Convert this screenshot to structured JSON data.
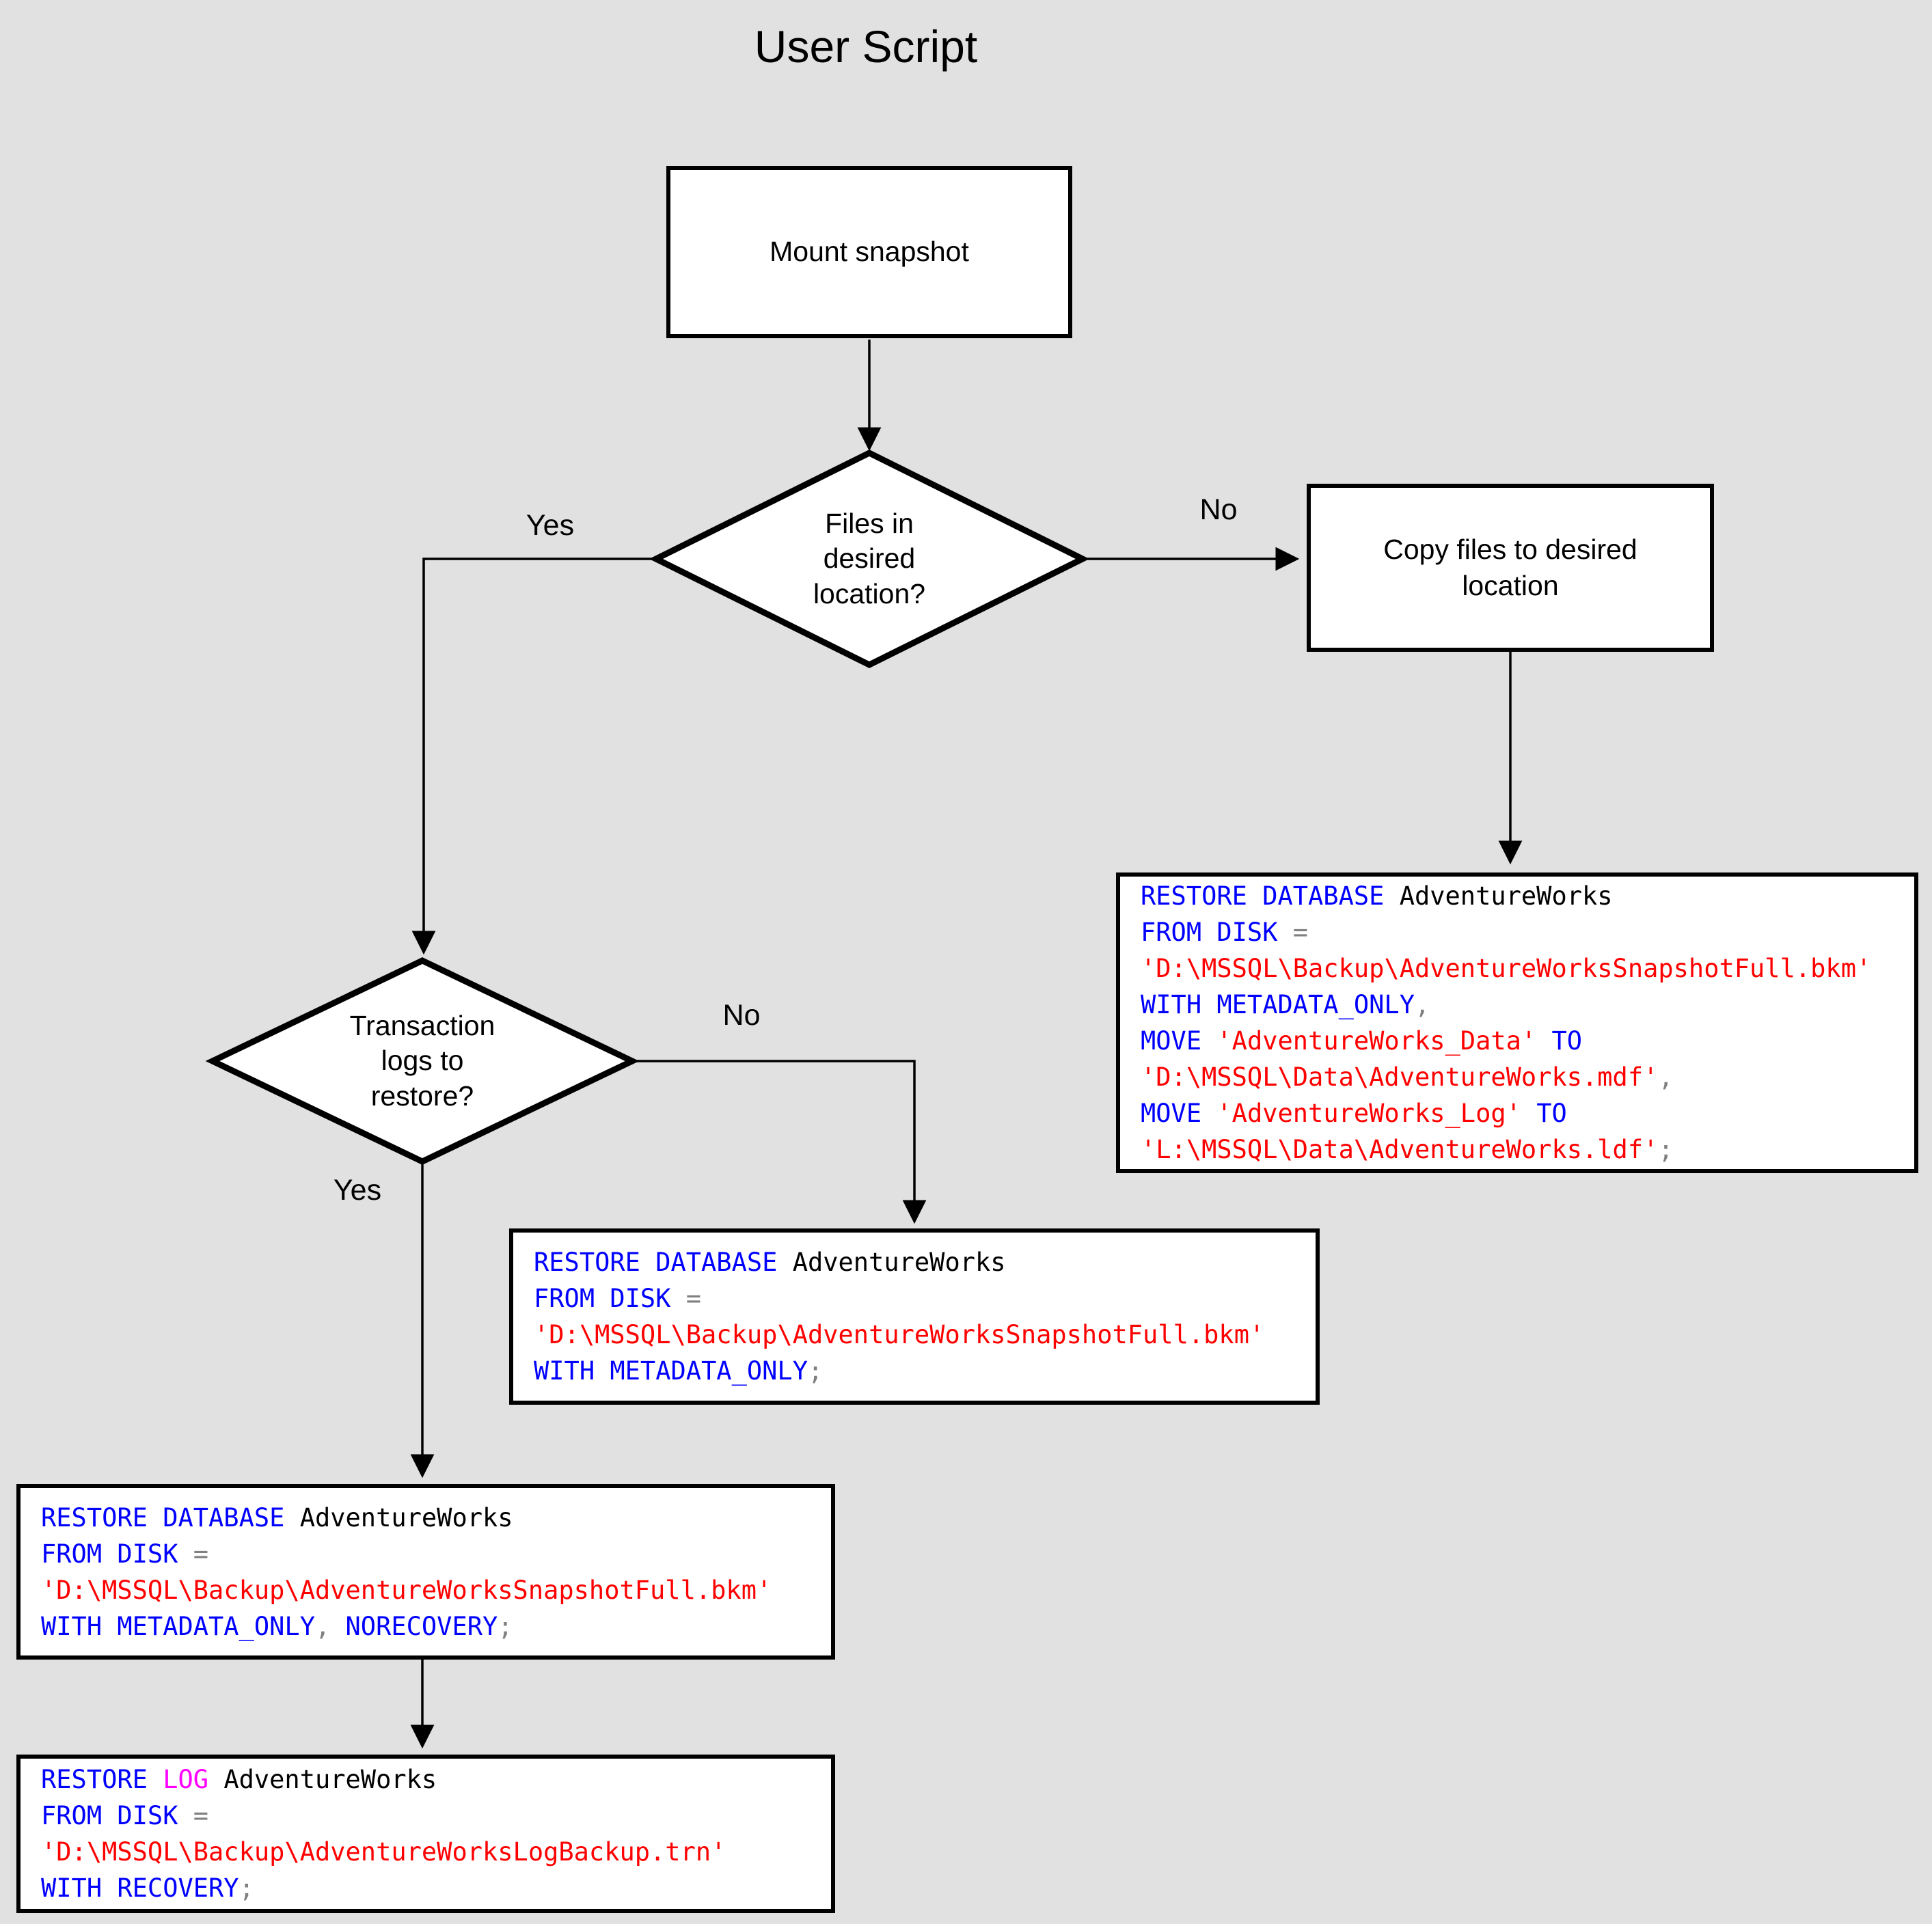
{
  "title": "User Script",
  "colors": {
    "keyword": "#0000ff",
    "string": "#ff0000",
    "operator": "#808080",
    "identifier": "#000000",
    "log": "#ff00ff",
    "background": "#e1e1e1",
    "node_fill": "#ffffff",
    "line": "#000000"
  },
  "nodes": {
    "mount": {
      "label": "Mount snapshot"
    },
    "files_decision": {
      "label": "Files in desired location?"
    },
    "copy": {
      "label": "Copy files to desired location"
    },
    "logs_decision": {
      "label": "Transaction logs to restore?"
    }
  },
  "edge_labels": {
    "files_yes": "Yes",
    "files_no": "No",
    "logs_yes": "Yes",
    "logs_no": "No"
  },
  "code_boxes": {
    "copy_restore": {
      "lines": [
        [
          [
            "k",
            "RESTORE DATABASE"
          ],
          [
            "i",
            " AdventureWorks"
          ]
        ],
        [
          [
            "k",
            "FROM DISK"
          ],
          [
            "o",
            " ="
          ]
        ],
        [
          [
            "s",
            "'D:\\MSSQL\\Backup\\AdventureWorksSnapshotFull.bkm'"
          ]
        ],
        [
          [
            "k",
            "WITH METADATA_ONLY"
          ],
          [
            "o",
            ","
          ]
        ],
        [
          [
            "k",
            "MOVE "
          ],
          [
            "s",
            "'AdventureWorks_Data'"
          ],
          [
            "k",
            " TO"
          ]
        ],
        [
          [
            "s",
            "'D:\\MSSQL\\Data\\AdventureWorks.mdf'"
          ],
          [
            "o",
            ","
          ]
        ],
        [
          [
            "k",
            "MOVE "
          ],
          [
            "s",
            "'AdventureWorks_Log'"
          ],
          [
            "k",
            " TO"
          ]
        ],
        [
          [
            "s",
            "'L:\\MSSQL\\Data\\AdventureWorks.ldf'"
          ],
          [
            "o",
            ";"
          ]
        ]
      ]
    },
    "no_logs_restore": {
      "lines": [
        [
          [
            "k",
            "RESTORE DATABASE"
          ],
          [
            "i",
            " AdventureWorks"
          ]
        ],
        [
          [
            "k",
            "FROM DISK"
          ],
          [
            "o",
            " ="
          ]
        ],
        [
          [
            "s",
            "'D:\\MSSQL\\Backup\\AdventureWorksSnapshotFull.bkm'"
          ]
        ],
        [
          [
            "k",
            "WITH METADATA_ONLY"
          ],
          [
            "o",
            ";"
          ]
        ]
      ]
    },
    "norecovery_restore": {
      "lines": [
        [
          [
            "k",
            "RESTORE DATABASE"
          ],
          [
            "i",
            " AdventureWorks"
          ]
        ],
        [
          [
            "k",
            "FROM DISK"
          ],
          [
            "o",
            " ="
          ]
        ],
        [
          [
            "s",
            "'D:\\MSSQL\\Backup\\AdventureWorksSnapshotFull.bkm'"
          ]
        ],
        [
          [
            "k",
            "WITH METADATA_ONLY"
          ],
          [
            "o",
            ", "
          ],
          [
            "k",
            "NORECOVERY"
          ],
          [
            "o",
            ";"
          ]
        ]
      ]
    },
    "log_restore": {
      "lines": [
        [
          [
            "k",
            "RESTORE "
          ],
          [
            "l",
            "LOG"
          ],
          [
            "i",
            " AdventureWorks"
          ]
        ],
        [
          [
            "k",
            "FROM DISK"
          ],
          [
            "o",
            " ="
          ]
        ],
        [
          [
            "s",
            "'D:\\MSSQL\\Backup\\AdventureWorksLogBackup.trn'"
          ]
        ],
        [
          [
            "k",
            "WITH RECOVERY"
          ],
          [
            "o",
            ";"
          ]
        ]
      ]
    }
  }
}
